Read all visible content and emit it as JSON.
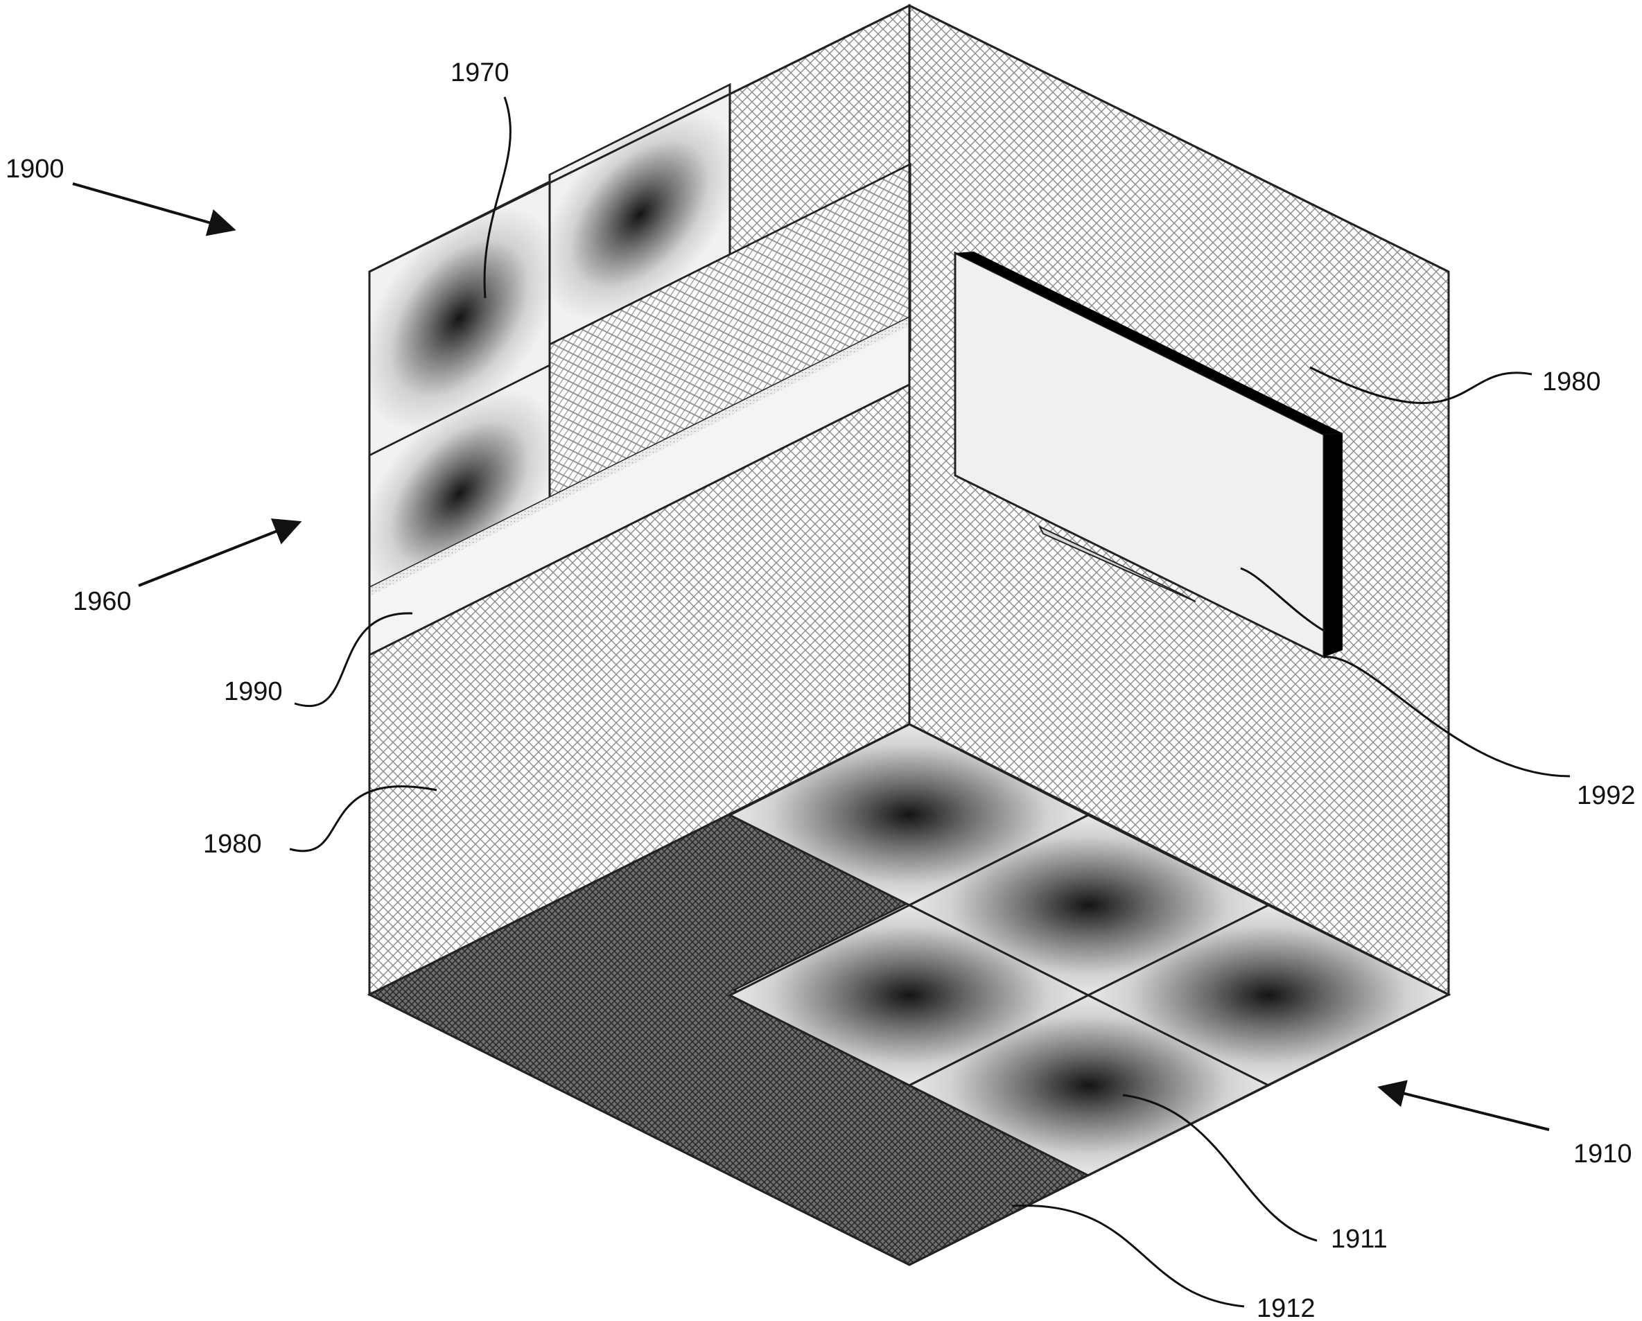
{
  "figure": {
    "colors": {
      "line": "#111111",
      "mesh_light": "#e6e6e6",
      "mesh_dark": "#5a5a5a",
      "panel_center": "#1a1a1a",
      "panel_edge": "#f2f2f2",
      "shelf": "#f4f4f4",
      "tv_bezel": "#000000"
    },
    "labels": {
      "room": "1900",
      "floor_panels": "1910",
      "floor_panel": "1911",
      "floor_rug": "1912",
      "wall_unit": "1960",
      "ceiling_panels": "1970",
      "wall_left": "1980",
      "wall_right": "1980",
      "shelf": "1990",
      "display": "1992"
    }
  }
}
